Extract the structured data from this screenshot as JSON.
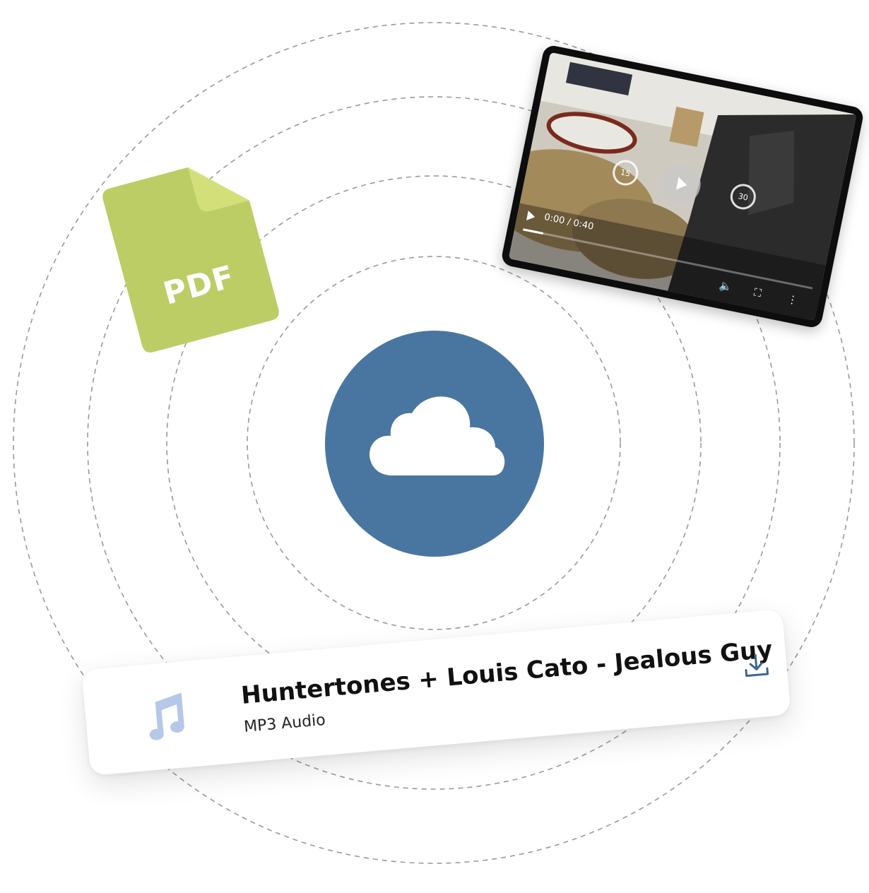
{
  "colors": {
    "cloud_badge": "#4876a0",
    "pdf_green": "#bccd66",
    "pdf_fold": "#d3e07a",
    "music_note": "#b6c8e8",
    "download_icon": "#3e6690"
  },
  "center": {
    "icon": "cloud-icon"
  },
  "pdf": {
    "label": "PDF",
    "icon": "file-icon"
  },
  "video": {
    "time": "0:00 / 0:40",
    "progress": 0.07,
    "skip_back": "15",
    "skip_forward": "30",
    "icons": [
      "play-icon",
      "volume-icon",
      "fullscreen-icon",
      "more-icon"
    ]
  },
  "audio": {
    "title": "Huntertones + Louis Cato - Jealous Guy",
    "subtitle": "MP3 Audio",
    "icon": "music-note-icon",
    "action_icon": "download-icon"
  }
}
